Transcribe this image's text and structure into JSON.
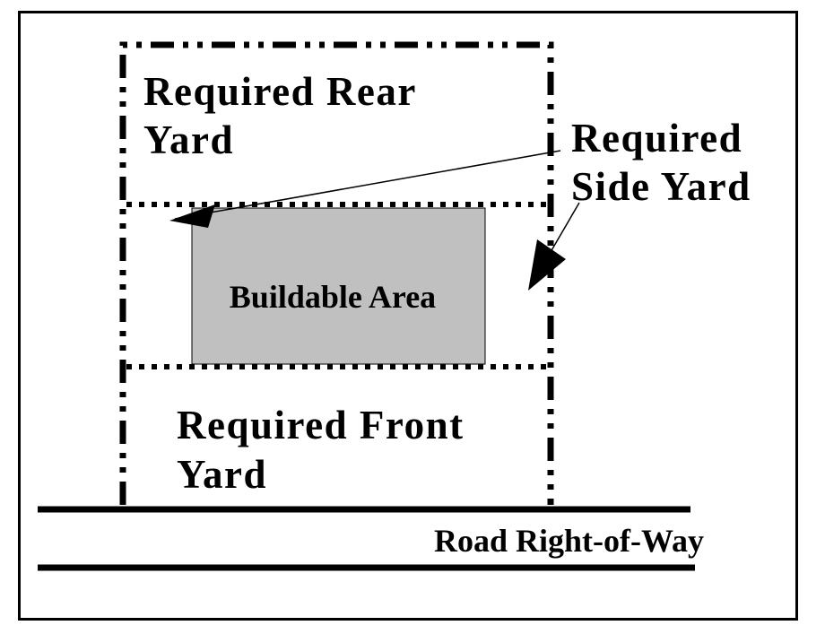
{
  "diagram": {
    "labels": {
      "rear_yard_line1": "Required Rear",
      "rear_yard_line2": "Yard",
      "side_yard_line1": "Required",
      "side_yard_line2": "Side Yard",
      "buildable_area": "Buildable Area",
      "front_yard_line1": "Required Front",
      "front_yard_line2": "Yard",
      "road": "Road Right-of-Way"
    },
    "colors": {
      "background": "#ffffff",
      "ink": "#000000",
      "buildable_fill": "#c0c0c0"
    }
  }
}
